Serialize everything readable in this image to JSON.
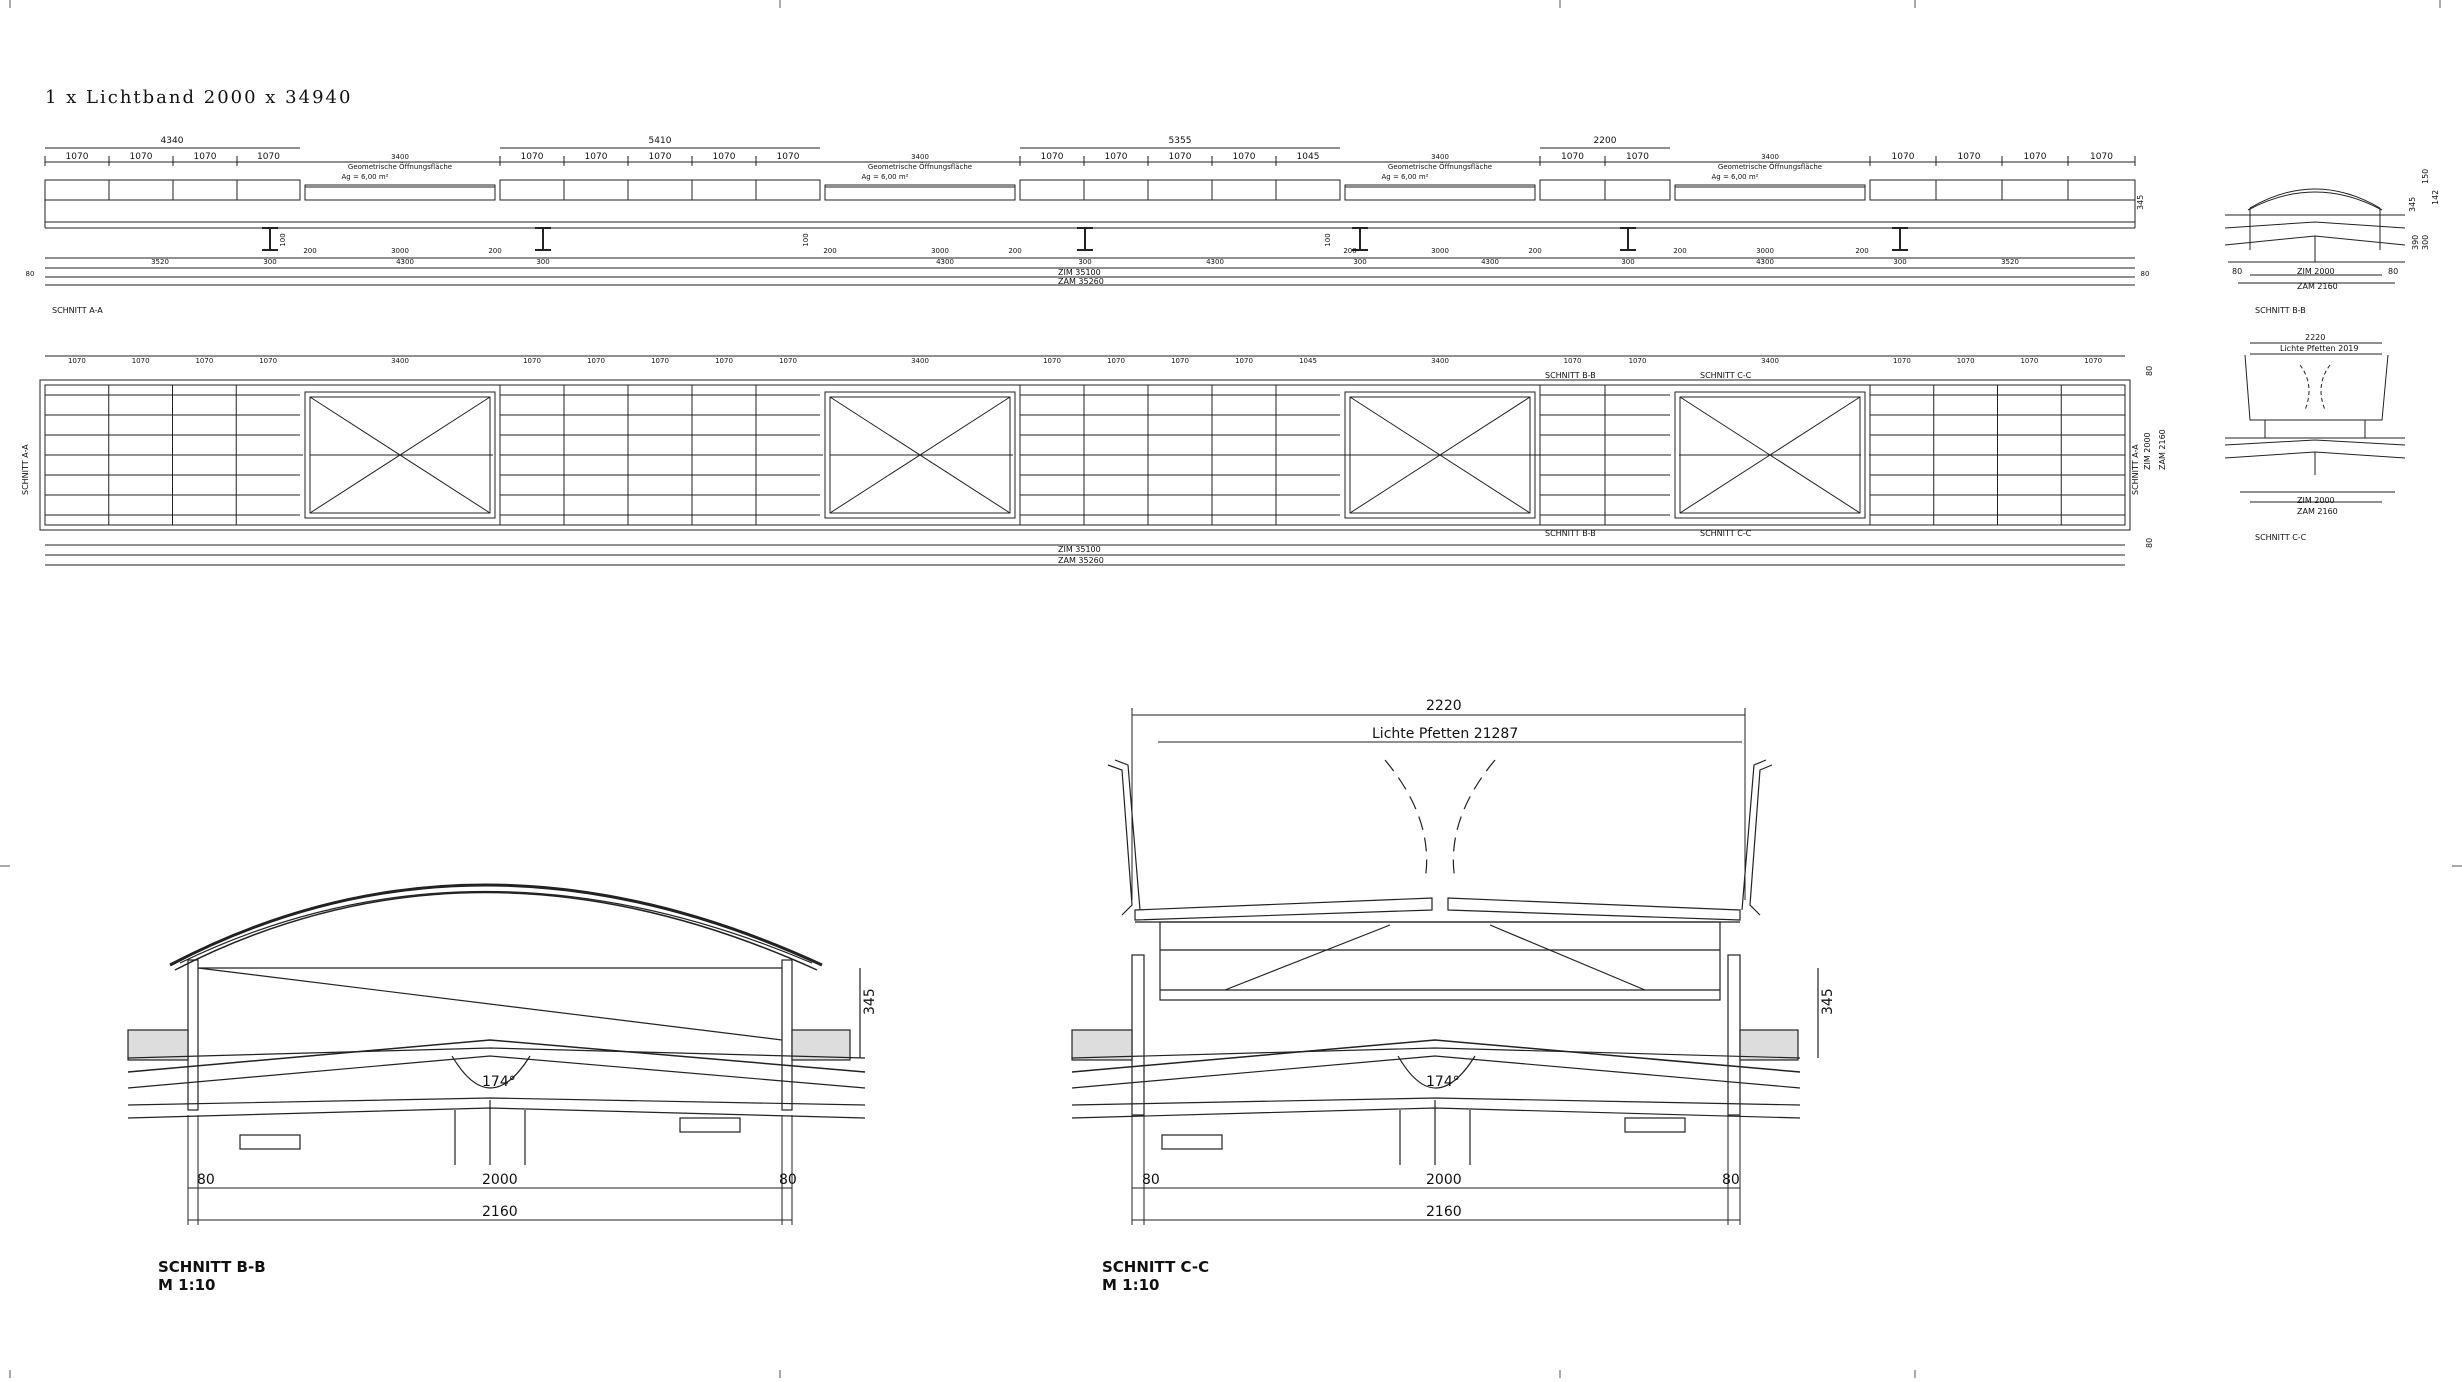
{
  "drawing": {
    "title": "1 x Lichtband 2000 x 34940",
    "top_elevation": {
      "group_totals": [
        "4340",
        "5410",
        "5355",
        "2200"
      ],
      "module_width": "1070",
      "module_width_short": "1045",
      "vent_width": "3400",
      "vent_label_line1": "Geometrische Öffnungsfläche",
      "vent_label_line2": "Ag = 6,00 m²",
      "bottom_segments": {
        "outer": "80",
        "end": "3520",
        "beam": "300",
        "span_a": "4300",
        "span_b": "3000",
        "gap": "200",
        "small": "100"
      },
      "zim": "ZIM 35100",
      "zam": "ZAM 35260",
      "height_dim": "345",
      "section_label": "SCHNITT A-A"
    },
    "plan_view": {
      "marker_bb": "SCHNITT B-B",
      "marker_cc": "SCHNITT C-C",
      "marker_aa": "SCHNITT A-A",
      "zim": "ZIM 35100",
      "zam": "ZAM 35260",
      "zim_w": "ZIM 2000",
      "zam_w": "ZAM 2160",
      "edge": "80"
    },
    "mini_bb": {
      "label": "SCHNITT B-B",
      "zim": "ZIM 2000",
      "zam": "ZAM 2160",
      "edge": "80",
      "h1": "345",
      "h2": "390",
      "h3": "150",
      "h4": "142",
      "h5": "300"
    },
    "mini_cc": {
      "label": "SCHNITT C-C",
      "top": "2220",
      "lichte": "Lichte Pfetten 2019",
      "zim": "ZIM 2000",
      "zam": "ZAM 2160"
    },
    "section_bb": {
      "title": "SCHNITT B-B",
      "scale": "M 1:10",
      "height": "345",
      "angle": "174°",
      "edge_left": "80",
      "inner": "2000",
      "edge_right": "80",
      "outer": "2160"
    },
    "section_cc": {
      "title": "SCHNITT C-C",
      "scale": "M 1:10",
      "top_width": "2220",
      "lichte": "Lichte Pfetten 21287",
      "height": "345",
      "angle": "174°",
      "edge_left": "80",
      "inner": "2000",
      "edge_right": "80",
      "outer": "2160"
    }
  }
}
